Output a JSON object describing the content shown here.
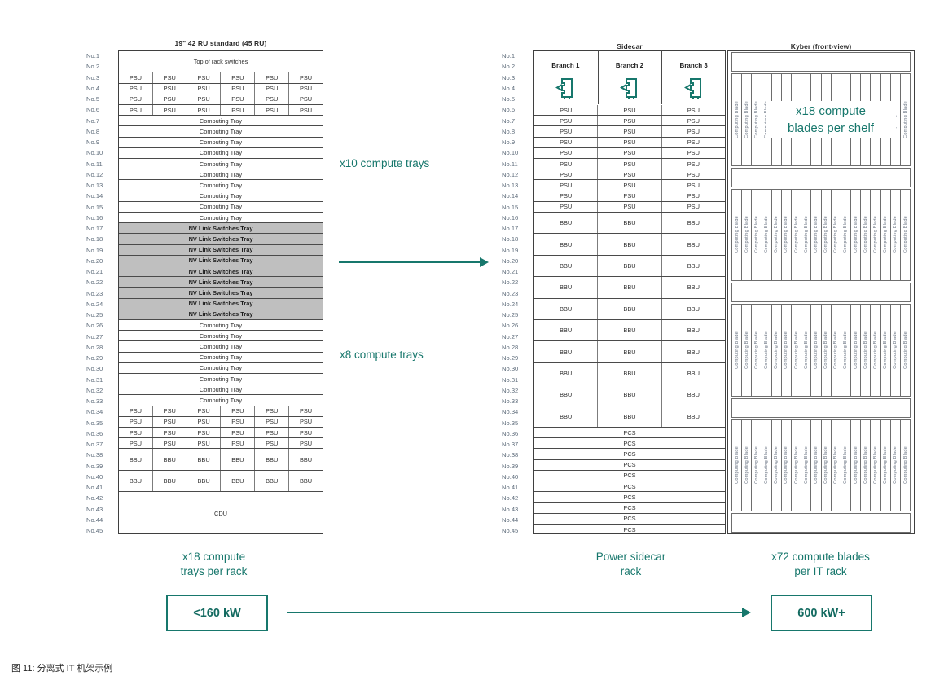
{
  "figure": {
    "caption": "图 11: 分离式 IT 机架示例"
  },
  "left_rack": {
    "title": "19\" 42 RU standard (45 RU)",
    "ru_count": 45,
    "ru_label_prefix": "No.",
    "psu_columns": 6,
    "groups": [
      {
        "label": "Top of rack switches",
        "ru_start": 1,
        "ru_span": 2,
        "style": "full",
        "shaded": false
      },
      {
        "label": "PSU",
        "ru_start": 3,
        "ru_span": 1,
        "style": "columns",
        "columns": 6,
        "shaded": false
      },
      {
        "label": "PSU",
        "ru_start": 4,
        "ru_span": 1,
        "style": "columns",
        "columns": 6,
        "shaded": false
      },
      {
        "label": "PSU",
        "ru_start": 5,
        "ru_span": 1,
        "style": "columns",
        "columns": 6,
        "shaded": false
      },
      {
        "label": "PSU",
        "ru_start": 6,
        "ru_span": 1,
        "style": "columns",
        "columns": 6,
        "shaded": false
      },
      {
        "label": "Computing Tray",
        "ru_start": 7,
        "ru_span": 1,
        "style": "full",
        "shaded": false
      },
      {
        "label": "Computing Tray",
        "ru_start": 8,
        "ru_span": 1,
        "style": "full",
        "shaded": false
      },
      {
        "label": "Computing Tray",
        "ru_start": 9,
        "ru_span": 1,
        "style": "full",
        "shaded": false
      },
      {
        "label": "Computing Tray",
        "ru_start": 10,
        "ru_span": 1,
        "style": "full",
        "shaded": false
      },
      {
        "label": "Computing Tray",
        "ru_start": 11,
        "ru_span": 1,
        "style": "full",
        "shaded": false
      },
      {
        "label": "Computing Tray",
        "ru_start": 12,
        "ru_span": 1,
        "style": "full",
        "shaded": false
      },
      {
        "label": "Computing Tray",
        "ru_start": 13,
        "ru_span": 1,
        "style": "full",
        "shaded": false
      },
      {
        "label": "Computing Tray",
        "ru_start": 14,
        "ru_span": 1,
        "style": "full",
        "shaded": false
      },
      {
        "label": "Computing Tray",
        "ru_start": 15,
        "ru_span": 1,
        "style": "full",
        "shaded": false
      },
      {
        "label": "Computing Tray",
        "ru_start": 16,
        "ru_span": 1,
        "style": "full",
        "shaded": false
      },
      {
        "label": "NV Link Switches Tray",
        "ru_start": 17,
        "ru_span": 1,
        "style": "full",
        "shaded": true
      },
      {
        "label": "NV Link Switches Tray",
        "ru_start": 18,
        "ru_span": 1,
        "style": "full",
        "shaded": true
      },
      {
        "label": "NV Link Switches Tray",
        "ru_start": 19,
        "ru_span": 1,
        "style": "full",
        "shaded": true
      },
      {
        "label": "NV Link Switches Tray",
        "ru_start": 20,
        "ru_span": 1,
        "style": "full",
        "shaded": true
      },
      {
        "label": "NV Link Switches Tray",
        "ru_start": 21,
        "ru_span": 1,
        "style": "full",
        "shaded": true
      },
      {
        "label": "NV Link Switches Tray",
        "ru_start": 22,
        "ru_span": 1,
        "style": "full",
        "shaded": true
      },
      {
        "label": "NV Link Switches Tray",
        "ru_start": 23,
        "ru_span": 1,
        "style": "full",
        "shaded": true
      },
      {
        "label": "NV Link Switches Tray",
        "ru_start": 24,
        "ru_span": 1,
        "style": "full",
        "shaded": true
      },
      {
        "label": "NV Link Switches Tray",
        "ru_start": 25,
        "ru_span": 1,
        "style": "full",
        "shaded": true
      },
      {
        "label": "Computing Tray",
        "ru_start": 26,
        "ru_span": 1,
        "style": "full",
        "shaded": false
      },
      {
        "label": "Computing Tray",
        "ru_start": 27,
        "ru_span": 1,
        "style": "full",
        "shaded": false
      },
      {
        "label": "Computing Tray",
        "ru_start": 28,
        "ru_span": 1,
        "style": "full",
        "shaded": false
      },
      {
        "label": "Computing Tray",
        "ru_start": 29,
        "ru_span": 1,
        "style": "full",
        "shaded": false
      },
      {
        "label": "Computing Tray",
        "ru_start": 30,
        "ru_span": 1,
        "style": "full",
        "shaded": false
      },
      {
        "label": "Computing Tray",
        "ru_start": 31,
        "ru_span": 1,
        "style": "full",
        "shaded": false
      },
      {
        "label": "Computing Tray",
        "ru_start": 32,
        "ru_span": 1,
        "style": "full",
        "shaded": false
      },
      {
        "label": "Computing Tray",
        "ru_start": 33,
        "ru_span": 1,
        "style": "full",
        "shaded": false
      },
      {
        "label": "PSU",
        "ru_start": 34,
        "ru_span": 1,
        "style": "columns",
        "columns": 6,
        "shaded": false
      },
      {
        "label": "PSU",
        "ru_start": 35,
        "ru_span": 1,
        "style": "columns",
        "columns": 6,
        "shaded": false
      },
      {
        "label": "PSU",
        "ru_start": 36,
        "ru_span": 1,
        "style": "columns",
        "columns": 6,
        "shaded": false
      },
      {
        "label": "PSU",
        "ru_start": 37,
        "ru_span": 1,
        "style": "columns",
        "columns": 6,
        "shaded": false
      },
      {
        "label": "BBU",
        "ru_start": 38,
        "ru_span": 2,
        "style": "columns",
        "columns": 6,
        "shaded": false
      },
      {
        "label": "BBU",
        "ru_start": 40,
        "ru_span": 2,
        "style": "columns",
        "columns": 6,
        "shaded": false
      },
      {
        "label": "CDU",
        "ru_start": 42,
        "ru_span": 4,
        "style": "full",
        "shaded": false
      }
    ]
  },
  "sidecar_rack": {
    "title": "Sidecar",
    "ru_count": 45,
    "ru_label_prefix": "No.",
    "branches": [
      {
        "label": "Branch 1",
        "icon": "power-plug-icon"
      },
      {
        "label": "Branch 2",
        "icon": "power-plug-icon"
      },
      {
        "label": "Branch 3",
        "icon": "power-plug-icon"
      }
    ],
    "branch_header_ru_start": 1,
    "branch_header_ru_span": 5,
    "groups": [
      {
        "label": "PSU",
        "ru_start": 6,
        "ru_span": 1,
        "style": "columns",
        "columns": 3
      },
      {
        "label": "PSU",
        "ru_start": 7,
        "ru_span": 1,
        "style": "columns",
        "columns": 3
      },
      {
        "label": "PSU",
        "ru_start": 8,
        "ru_span": 1,
        "style": "columns",
        "columns": 3
      },
      {
        "label": "PSU",
        "ru_start": 9,
        "ru_span": 1,
        "style": "columns",
        "columns": 3
      },
      {
        "label": "PSU",
        "ru_start": 10,
        "ru_span": 1,
        "style": "columns",
        "columns": 3
      },
      {
        "label": "PSU",
        "ru_start": 11,
        "ru_span": 1,
        "style": "columns",
        "columns": 3
      },
      {
        "label": "PSU",
        "ru_start": 12,
        "ru_span": 1,
        "style": "columns",
        "columns": 3
      },
      {
        "label": "PSU",
        "ru_start": 13,
        "ru_span": 1,
        "style": "columns",
        "columns": 3
      },
      {
        "label": "PSU",
        "ru_start": 14,
        "ru_span": 1,
        "style": "columns",
        "columns": 3
      },
      {
        "label": "PSU",
        "ru_start": 15,
        "ru_span": 1,
        "style": "columns",
        "columns": 3
      },
      {
        "label": "BBU",
        "ru_start": 16,
        "ru_span": 2,
        "style": "columns",
        "columns": 3
      },
      {
        "label": "BBU",
        "ru_start": 18,
        "ru_span": 2,
        "style": "columns",
        "columns": 3
      },
      {
        "label": "BBU",
        "ru_start": 20,
        "ru_span": 2,
        "style": "columns",
        "columns": 3
      },
      {
        "label": "BBU",
        "ru_start": 22,
        "ru_span": 2,
        "style": "columns",
        "columns": 3
      },
      {
        "label": "BBU",
        "ru_start": 24,
        "ru_span": 2,
        "style": "columns",
        "columns": 3
      },
      {
        "label": "BBU",
        "ru_start": 26,
        "ru_span": 2,
        "style": "columns",
        "columns": 3
      },
      {
        "label": "BBU",
        "ru_start": 28,
        "ru_span": 2,
        "style": "columns",
        "columns": 3
      },
      {
        "label": "BBU",
        "ru_start": 30,
        "ru_span": 2,
        "style": "columns",
        "columns": 3
      },
      {
        "label": "BBU",
        "ru_start": 32,
        "ru_span": 2,
        "style": "columns",
        "columns": 3
      },
      {
        "label": "BBU",
        "ru_start": 34,
        "ru_span": 2,
        "style": "columns",
        "columns": 3
      },
      {
        "label": "PCS",
        "ru_start": 36,
        "ru_span": 1,
        "style": "full"
      },
      {
        "label": "PCS",
        "ru_start": 37,
        "ru_span": 1,
        "style": "full"
      },
      {
        "label": "PCS",
        "ru_start": 38,
        "ru_span": 1,
        "style": "full"
      },
      {
        "label": "PCS",
        "ru_start": 39,
        "ru_span": 1,
        "style": "full"
      },
      {
        "label": "PCS",
        "ru_start": 40,
        "ru_span": 1,
        "style": "full"
      },
      {
        "label": "PCS",
        "ru_start": 41,
        "ru_span": 1,
        "style": "full"
      },
      {
        "label": "PCS",
        "ru_start": 42,
        "ru_span": 1,
        "style": "full"
      },
      {
        "label": "PCS",
        "ru_start": 43,
        "ru_span": 1,
        "style": "full"
      },
      {
        "label": "PCS",
        "ru_start": 44,
        "ru_span": 1,
        "style": "full"
      },
      {
        "label": "PCS",
        "ru_start": 45,
        "ru_span": 1,
        "style": "full"
      }
    ]
  },
  "kyber_rack": {
    "title": "Kyber (front-view)",
    "blade_label": "Computing Blade",
    "blades_per_shelf": 18,
    "shelf_count": 4,
    "overlay_note": "x18 compute\nblades per shelf"
  },
  "annotations": {
    "compute_trays_top": "x10 compute trays",
    "compute_trays_bottom": "x8 compute trays",
    "left_footer": "x18 compute\ntrays per rack",
    "sidecar_footer": "Power sidecar\nrack",
    "kyber_footer": "x72 compute blades\nper IT rack",
    "power_low": "<160 kW",
    "power_high": "600 kW+"
  },
  "colors": {
    "accent_teal": "#17776c",
    "shaded_row": "#bfbfbf",
    "ru_number": "#5d6b7a",
    "blade_text": "#6b7584"
  }
}
